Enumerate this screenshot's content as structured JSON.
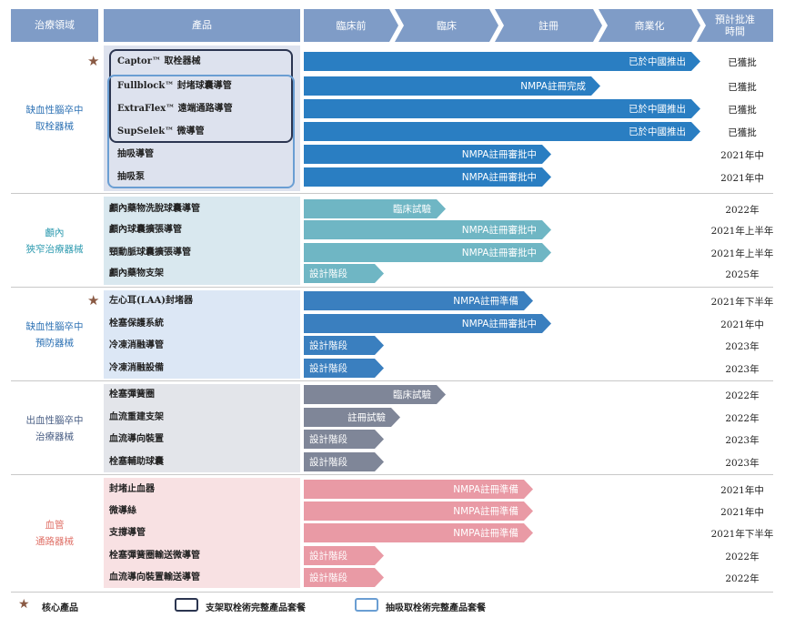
{
  "header": {
    "area": "治療領域",
    "product": "產品",
    "stages": [
      "臨床前",
      "臨床",
      "註冊",
      "商業化"
    ],
    "time_line1": "預計批准",
    "time_line2": "時間"
  },
  "colors": {
    "header": "#7f9cc7",
    "group1": "#2a7ec2",
    "group2": "#6fb6c4",
    "group3": "#3a7fbf",
    "group4": "#7f8698",
    "group5": "#e99aa5"
  },
  "groups": [
    {
      "area": [
        "缺血性腦卒中",
        "取栓器械"
      ],
      "area_color": "#2f73b5",
      "rows": [
        {
          "name": "Captor™ 取栓器械",
          "core": true,
          "stage": "已於中國推出",
          "time": "已獲批"
        },
        {
          "name": "Fullblock™ 封堵球囊導管",
          "core": false,
          "stage": "NMPA註冊完成",
          "time": "已獲批"
        },
        {
          "name": "ExtraFlex™ 遠端通路導管",
          "core": false,
          "stage": "已於中國推出",
          "time": "已獲批"
        },
        {
          "name": "SupSelek™ 微導管",
          "core": false,
          "stage": "已於中國推出",
          "time": "已獲批"
        },
        {
          "name": "抽吸導管",
          "core": false,
          "stage": "NMPA註冊審批中",
          "time": "2021年中"
        },
        {
          "name": "抽吸泵",
          "core": false,
          "stage": "NMPA註冊審批中",
          "time": "2021年中"
        }
      ]
    },
    {
      "area": [
        "顱內",
        "狹窄治療器械"
      ],
      "area_color": "#2f9bb0",
      "rows": [
        {
          "name": "顱內藥物洗脫球囊導管",
          "core": false,
          "stage": "臨床試驗",
          "time": "2022年"
        },
        {
          "name": "顱內球囊擴張導管",
          "core": false,
          "stage": "NMPA註冊審批中",
          "time": "2021年上半年"
        },
        {
          "name": "頸動脈球囊擴張導管",
          "core": false,
          "stage": "NMPA註冊審批中",
          "time": "2021年上半年"
        },
        {
          "name": "顱內藥物支架",
          "core": false,
          "stage": "設計階段",
          "time": "2025年"
        }
      ]
    },
    {
      "area": [
        "缺血性腦卒中",
        "預防器械"
      ],
      "area_color": "#2f73b5",
      "rows": [
        {
          "name": "左心耳(LAA)封堵器",
          "core": true,
          "stage": "NMPA註冊準備",
          "time": "2021年下半年"
        },
        {
          "name": "栓塞保護系統",
          "core": false,
          "stage": "NMPA註冊審批中",
          "time": "2021年中"
        },
        {
          "name": "冷凍消融導管",
          "core": false,
          "stage": "設計階段",
          "time": "2023年"
        },
        {
          "name": "冷凍消融設備",
          "core": false,
          "stage": "設計階段",
          "time": "2023年"
        }
      ]
    },
    {
      "area": [
        "出血性腦卒中",
        "治療器械"
      ],
      "area_color": "#4a5f85",
      "rows": [
        {
          "name": "栓塞彈簧圈",
          "core": false,
          "stage": "臨床試驗",
          "time": "2022年"
        },
        {
          "name": "血流重建支架",
          "core": false,
          "stage": "註冊試驗",
          "time": "2022年"
        },
        {
          "name": "血流導向裝置",
          "core": false,
          "stage": "設計階段",
          "time": "2023年"
        },
        {
          "name": "栓塞輔助球囊",
          "core": false,
          "stage": "設計階段",
          "time": "2023年"
        }
      ]
    },
    {
      "area": [
        "血管",
        "通路器械"
      ],
      "area_color": "#e0736a",
      "rows": [
        {
          "name": "封堵止血器",
          "core": false,
          "stage": "NMPA註冊準備",
          "time": "2021年中"
        },
        {
          "name": "微導絲",
          "core": false,
          "stage": "NMPA註冊準備",
          "time": "2021年中"
        },
        {
          "name": "支撐導管",
          "core": false,
          "stage": "NMPA註冊準備",
          "time": "2021年下半年"
        },
        {
          "name": "栓塞彈簧圈輸送微導管",
          "core": false,
          "stage": "設計階段",
          "time": "2022年"
        },
        {
          "name": "血流導向裝置輸送導管",
          "core": false,
          "stage": "設計階段",
          "time": "2022年"
        }
      ]
    }
  ],
  "legend": {
    "core": "核心產品",
    "stent_package": "支架取栓術完整產品套餐",
    "aspiration_package": "抽吸取栓術完整產品套餐"
  }
}
